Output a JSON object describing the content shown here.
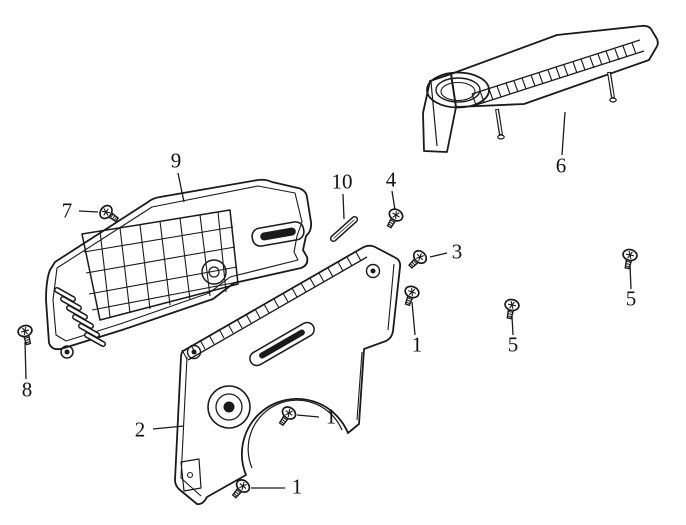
{
  "diagram": {
    "colors": {
      "background": "#ffffff",
      "line": "#1a1a1a"
    },
    "callouts": {
      "c9": {
        "text": "9"
      },
      "c7": {
        "text": "7"
      },
      "c10": {
        "text": "10"
      },
      "c4": {
        "text": "4"
      },
      "c3": {
        "text": "3"
      },
      "c6": {
        "text": "6"
      },
      "c5_right": {
        "text": "5"
      },
      "c5_mid": {
        "text": "5"
      },
      "c1_right": {
        "text": "1"
      },
      "c8": {
        "text": "8"
      },
      "c2": {
        "text": "2"
      },
      "c1_mid": {
        "text": "1"
      },
      "c1_bottom": {
        "text": "1"
      }
    }
  }
}
